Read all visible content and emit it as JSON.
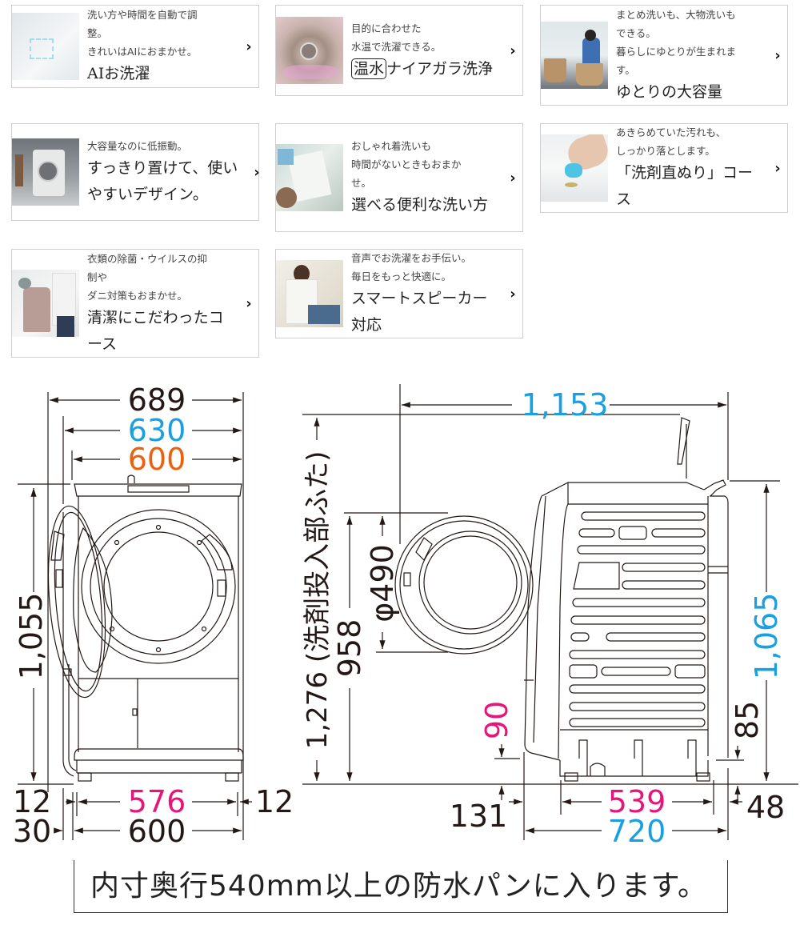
{
  "colors": {
    "blue": "#1aa0e0",
    "orange": "#e8620f",
    "magenta": "#e6157a",
    "black": "#231815"
  },
  "features": [
    {
      "sub": [
        "洗い方や時間を自動で調",
        "整。",
        "きれいはAIにおまかせ。"
      ],
      "title": "AIお洗濯",
      "thumb": "ai-shirt-image"
    },
    {
      "sub": [
        "目的に合わせた",
        "水温で洗濯できる。"
      ],
      "badge": "温水",
      "title": "ナイアガラ洗浄",
      "thumb": "drum-image"
    },
    {
      "sub": [
        "まとめ洗いも、大物洗いも",
        "できる。",
        "暮らしにゆとりが生まれま",
        "す。"
      ],
      "title": "ゆとりの大容量",
      "thumb": "laundry-baskets-image"
    },
    {
      "sub": [
        "大容量なのに低振動。"
      ],
      "title": "すっきり置けて、使いやすいデザイン。",
      "thumb": "washer-room-image"
    },
    {
      "sub": [
        "おしゃれ着洗いも",
        "時間がないときもおまか",
        "せ。"
      ],
      "title": "選べる便利な洗い方",
      "thumb": "shirt-holding-image"
    },
    {
      "sub": [
        "あきらめていた汚れも、",
        "しっかり落とします。"
      ],
      "title": "「洗剤直ぬり」コース",
      "thumb": "detergent-image"
    },
    {
      "sub": [
        "衣類の除菌・ウイルスの抑",
        "制や",
        "ダニ対策もおまかせ。"
      ],
      "title": "清潔にこだわったコース",
      "thumb": "coat-rack-image"
    },
    {
      "sub": [
        "音声でお洗濯をお手伝い。",
        "毎日をもっと快適に。"
      ],
      "title": "スマートスピーカー対応",
      "thumb": "woman-reading-image"
    }
  ],
  "dimensions": {
    "front": {
      "width_total": "689",
      "width_body": "630",
      "width_inner": "600",
      "height": "1,055",
      "foot_left": "12",
      "foot_span": "576",
      "foot_right": "12",
      "hose_offset": "30",
      "base_width": "600"
    },
    "side": {
      "depth_total": "1,153",
      "height_lid": "1,276 (洗剤投入部ふた)",
      "door_height": "958",
      "door_diameter": "φ490",
      "height_body": "1,065",
      "front_clearance": "90",
      "rear_clearance": "85",
      "front_offset": "131",
      "foot_span": "539",
      "rear_offset": "48",
      "body_depth": "720"
    }
  },
  "note": "内寸奥行540mm以上の防水パンに入ります。"
}
